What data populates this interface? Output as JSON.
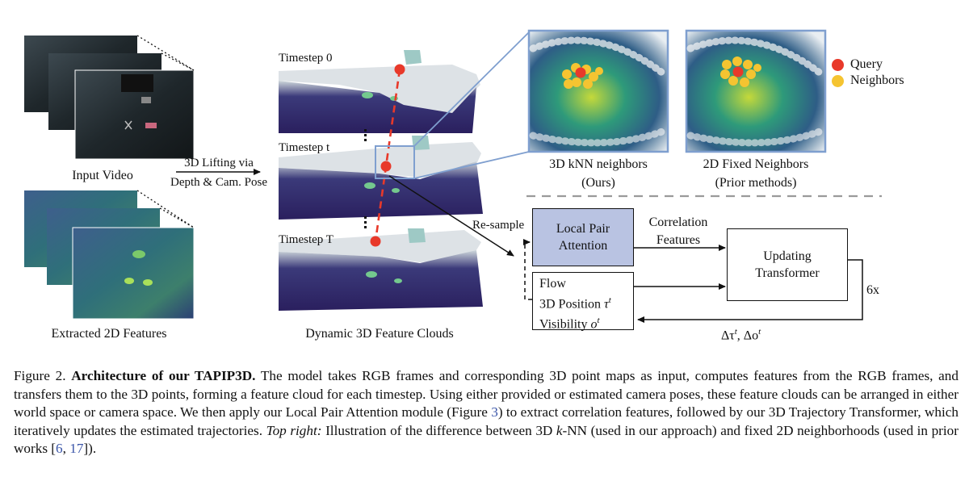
{
  "labels": {
    "input_video": "Input Video",
    "extracted_features": "Extracted 2D Features",
    "lifting_line1": "3D Lifting via",
    "lifting_line2": "Depth & Cam. Pose",
    "timestep_0": "Timestep 0",
    "timestep_t": "Timestep t",
    "timestep_T": "Timestep T",
    "dynamic_clouds": "Dynamic 3D Feature Clouds",
    "knn_title": "3D kNN neighbors",
    "knn_sub": "(Ours)",
    "fixed_title": "2D Fixed Neighbors",
    "fixed_sub": "(Prior methods)",
    "legend_query": "Query",
    "legend_neighbors": "Neighbors",
    "resample": "Re-sample",
    "local_pair_line1": "Local Pair",
    "local_pair_line2": "Attention",
    "corr_line1": "Correlation",
    "corr_line2": "Features",
    "updating_line1": "Updating",
    "updating_line2": "Transformer",
    "flow": "Flow",
    "position_3d": "3D Position",
    "position_sym": "τ",
    "position_sup": "t",
    "visibility": "Visibility",
    "visibility_sym": "o",
    "visibility_sup": "t",
    "iterations": "6x",
    "delta_a": "Δτ",
    "delta_sup_a": "t",
    "delta_sep": ", Δo",
    "delta_sup_b": "t"
  },
  "colors": {
    "query": "#e8392a",
    "neighbors": "#f5c431",
    "attention_box": "#b9c3e2",
    "citation": "#3a55a8",
    "zoom_frame": "#7f9fcf"
  },
  "caption": {
    "figure_num": "Figure 2.",
    "title": "Architecture of our TAPIP3D.",
    "body1": "The model takes RGB frames and corresponding 3D point maps as input, computes features from the RGB frames, and transfers them to the 3D points, forming a feature cloud for each timestep. Using either provided or estimated camera poses, these feature clouds can be arranged in either world space or camera space. We then apply our Local Pair Attention module (Figure ",
    "ref_fig": "3",
    "body2": ") to extract correlation features, followed by our 3D Trajectory Transformer, which iteratively updates the estimated trajectories. ",
    "top_right": "Top right:",
    "body3": " Illustration of the difference between 3D ",
    "knn_k": "k",
    "body4": "-NN (used in our approach) and fixed 2D neighborhoods (used in prior works [",
    "cite1": "6",
    "cite_sep": ", ",
    "cite2": "17",
    "body5": "])."
  }
}
